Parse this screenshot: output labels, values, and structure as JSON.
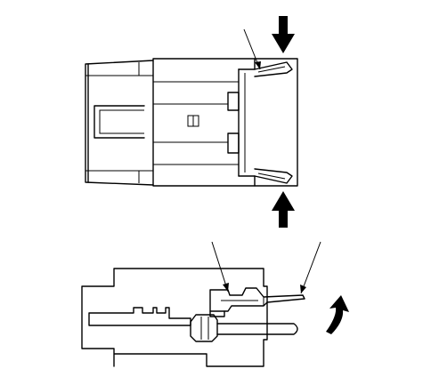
{
  "figure": {
    "top_view": {
      "press_arrows": [
        "down-arrow-top",
        "up-arrow-bottom"
      ],
      "lock_tab_count": 2
    },
    "side_view": {
      "lift_arrow": "curved-up-arrow"
    },
    "colors": {
      "line": "#000000",
      "background": "#ffffff"
    }
  }
}
